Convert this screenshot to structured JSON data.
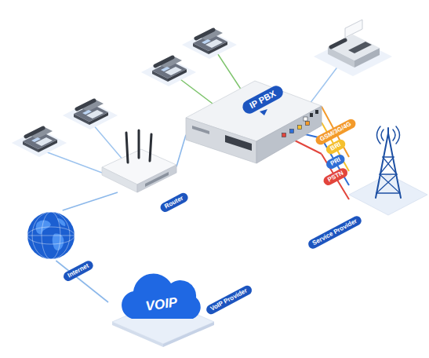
{
  "diagram": {
    "nodes": [
      {
        "text": [
          "IP PBX"
        ]
      },
      {
        "text": [
          "Router"
        ]
      },
      {
        "text": [
          "Service Provider"
        ]
      },
      {
        "text": [
          "Internet"
        ]
      },
      {
        "text": [
          "VOIP",
          "VoIP Provider"
        ]
      }
    ],
    "edges": [
      {
        "from": 1,
        "to": 0,
        "arrow": "none"
      },
      {
        "from": 0,
        "to": 2,
        "label": "GSM/3G/4G",
        "arrow": "none"
      },
      {
        "from": 0,
        "to": 2,
        "label": "BRI",
        "arrow": "none"
      },
      {
        "from": 0,
        "to": 2,
        "label": "PRI",
        "arrow": "none"
      },
      {
        "from": 0,
        "to": 2,
        "label": "PSTN",
        "arrow": "none"
      },
      {
        "from": 1,
        "to": 3,
        "arrow": "none"
      },
      {
        "from": 3,
        "to": 4,
        "arrow": "none"
      }
    ]
  }
}
